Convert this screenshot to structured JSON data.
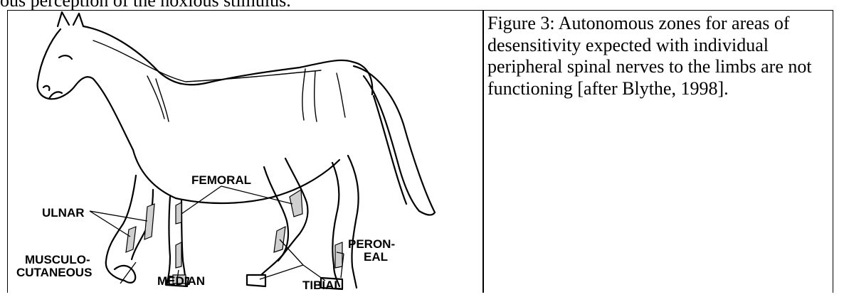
{
  "document": {
    "preceding_text": "ous perception of the noxious stimulus."
  },
  "figure": {
    "caption": "Figure 3: Autonomous zones for areas of desensitivity expected with individual peripheral spinal nerves to the limbs are not functioning [after Blythe, 1998].",
    "labels": {
      "ulnar": "ULNAR",
      "femoral": "FEMORAL",
      "peroneal_line1": "PERON-",
      "peroneal_line2": "EAL",
      "musculocutaneous_line1": "MUSCULO-",
      "musculocutaneous_line2": "CUTANEOUS",
      "median": "MEDIAN",
      "tibial": "TIBIAL"
    }
  }
}
